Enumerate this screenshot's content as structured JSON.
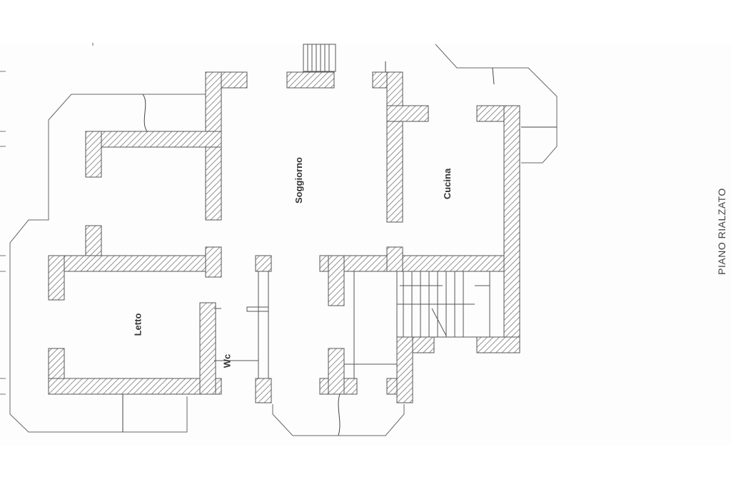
{
  "plan": {
    "title": "PIANO RIALZATO",
    "rooms": {
      "soggiorno": "Soggiorno",
      "cucina": "Cucina",
      "letto": "Letto",
      "wc": "Wc"
    }
  },
  "colors": {
    "background": "#ffffff",
    "wall_hatch": "#777777",
    "line": "#555555",
    "text": "#333333"
  }
}
